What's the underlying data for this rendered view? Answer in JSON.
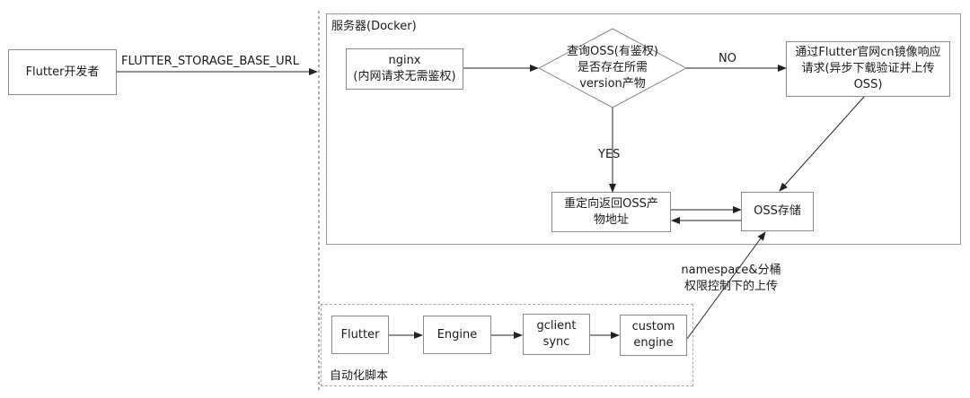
{
  "developer": {
    "label": "Flutter开发者"
  },
  "env_var": {
    "label": "FLUTTER_STORAGE_BASE_URL"
  },
  "server": {
    "title": "服务器(Docker)"
  },
  "nginx": {
    "label": "nginx\n(内网请求无需鉴权)"
  },
  "decision": {
    "label": "查询OSS(有鉴权)\n是否存在所需\nversion产物"
  },
  "edge_no": {
    "label": "NO"
  },
  "edge_yes": {
    "label": "YES"
  },
  "mirror": {
    "label": "通过Flutter官网cn镜像响应\n请求(异步下载验证并上传\nOSS)"
  },
  "redirect": {
    "label": "重定向返回OSS产\n物地址"
  },
  "oss": {
    "label": "OSS存储"
  },
  "upload_note": {
    "label": "namespace&分桶\n权限控制下的上传"
  },
  "automation": {
    "title": "自动化脚本",
    "steps": [
      "Flutter",
      "Engine",
      "gclient\nsync",
      "custom\nengine"
    ]
  }
}
